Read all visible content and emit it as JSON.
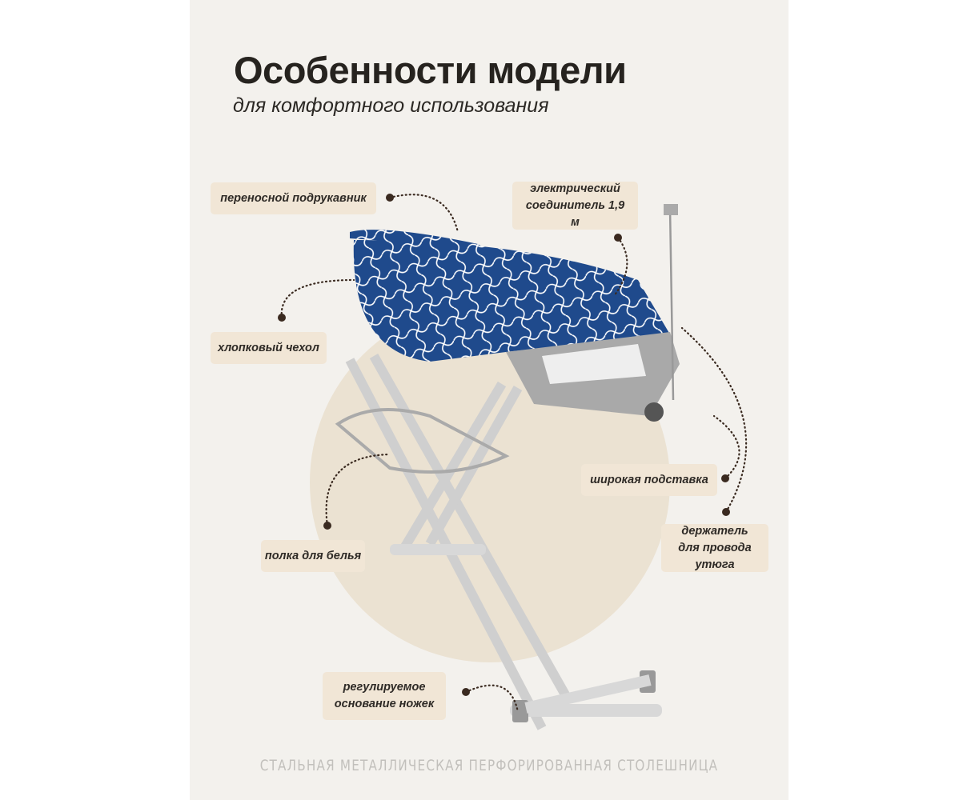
{
  "header": {
    "title": "Особенности модели",
    "subtitle": "для комфортного использования"
  },
  "callouts": [
    {
      "id": "sleeve-board",
      "text": "переносной подрукавник"
    },
    {
      "id": "electric-connector",
      "text": "электрический соединитель 1,9 м"
    },
    {
      "id": "cotton-cover",
      "text": "хлопковый чехол"
    },
    {
      "id": "wide-stand",
      "text": "широкая подставка"
    },
    {
      "id": "cord-holder",
      "text": "держатель для провода утюга"
    },
    {
      "id": "linen-shelf",
      "text": "полка для белья"
    },
    {
      "id": "adjustable-feet",
      "text": "регулируемое основание ножек"
    }
  ],
  "footer": {
    "text": "СТАЛЬНАЯ МЕТАЛЛИЧЕСКАЯ ПЕРФОРИРОВАННАЯ СТОЛЕШНИЦА"
  },
  "colors": {
    "panel": "#f3f1ed",
    "accent_circle": "#ebe2d2",
    "label_bg": "#f1e6d6",
    "board_blue": "#1f4a8c",
    "frame_grey": "#bdbdbd"
  }
}
